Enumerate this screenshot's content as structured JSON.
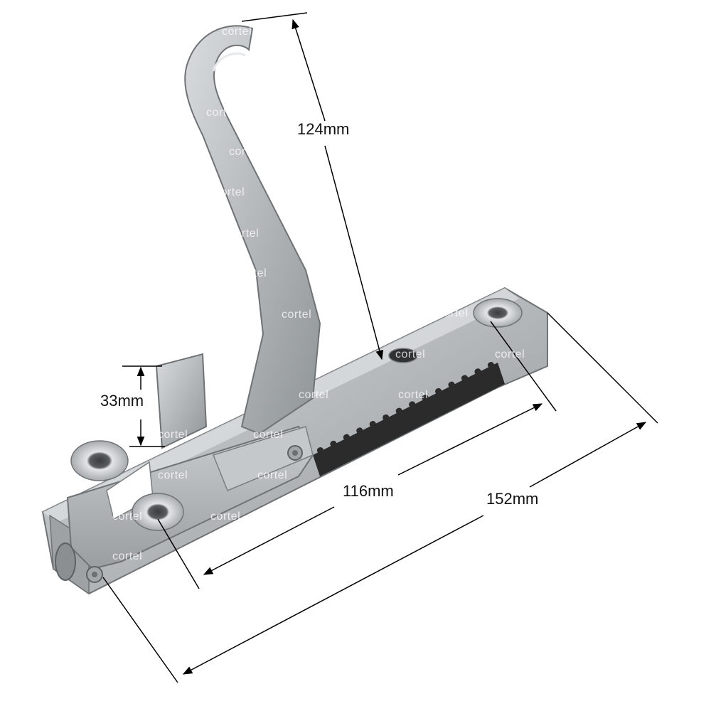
{
  "product": {
    "material_color": "#b9bcbe",
    "shadow_color": "#7d8184",
    "gear_color": "#2b2b2b"
  },
  "dimensions": {
    "height": "124mm",
    "tab": "33mm",
    "hole_spacing": "116mm",
    "overall_length": "152mm"
  },
  "watermark": {
    "text": "cortel"
  }
}
